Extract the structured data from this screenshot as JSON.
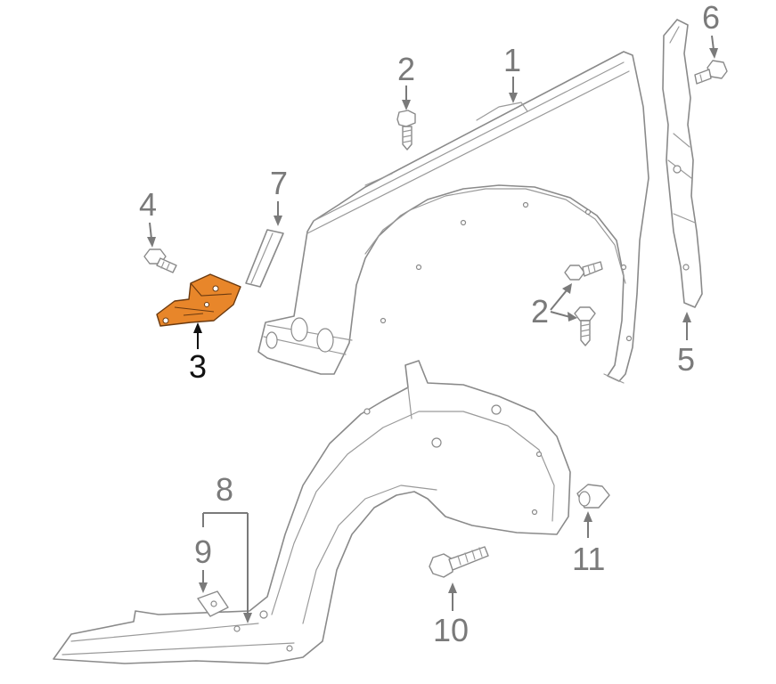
{
  "callouts": {
    "c1": "1",
    "c2a": "2",
    "c2b": "2",
    "c3": "3",
    "c4": "4",
    "c5": "5",
    "c6": "6",
    "c7": "7",
    "c8": "8",
    "c9": "9",
    "c10": "10",
    "c11": "11"
  },
  "colors": {
    "highlight": "#e8862a",
    "highlight_edge": "#6b3a10",
    "line_art": "#8a8a8a",
    "active_label": "#111111",
    "inactive_label": "#7a7a7a"
  },
  "highlighted_part": "3"
}
